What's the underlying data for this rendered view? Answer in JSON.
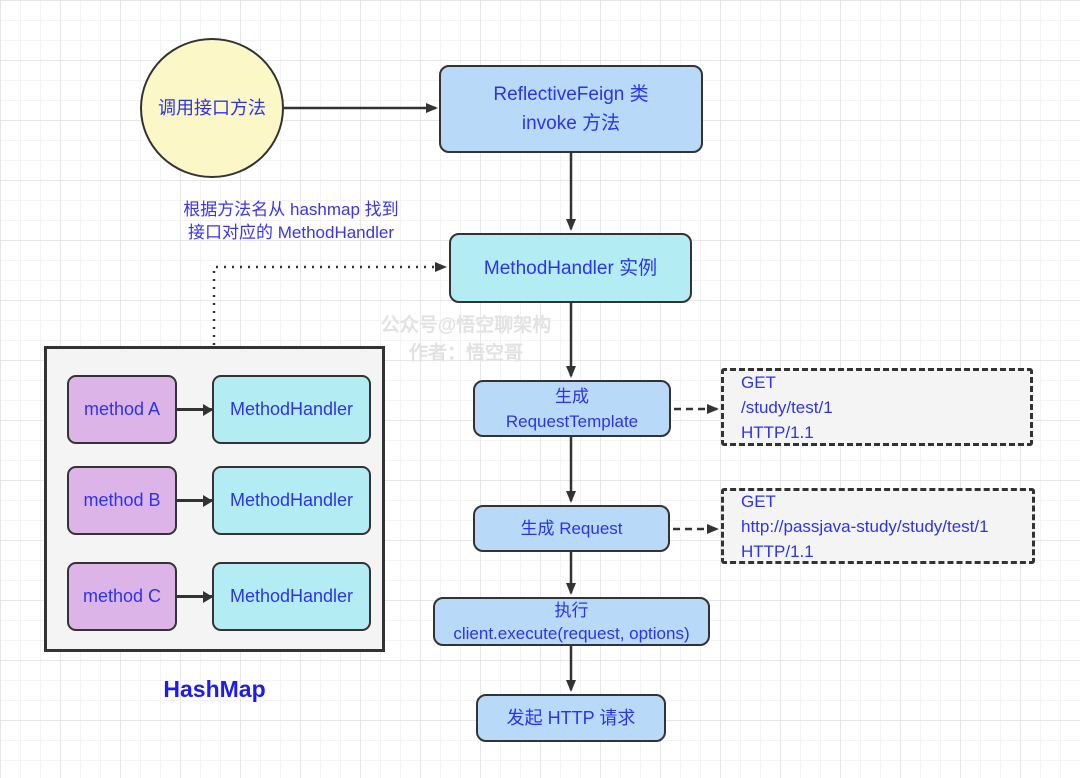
{
  "watermark": {
    "line1": "公众号@悟空聊架构",
    "line2": "作者：悟空哥"
  },
  "colors": {
    "node_blue": "#b9d9f8",
    "node_cyan": "#b4ecf4",
    "node_purple": "#dcb4e8",
    "node_yellow": "#fbf7c6",
    "panel_gray": "#f4f4f5",
    "text_blue": "#2c33ee",
    "annotation_blue": "#3a33ef",
    "hashmap_label_blue": "#1c1cee",
    "stroke_dark": "#333333",
    "watermark_gray": "#e2e2e2"
  },
  "nodes": {
    "start": {
      "label": "调用接口方法"
    },
    "reflective_feign": {
      "line1": "ReflectiveFeign 类",
      "line2": "invoke 方法"
    },
    "method_handler_instance": {
      "label": "MethodHandler 实例"
    },
    "annotation": {
      "line1": "根据方法名从 hashmap 找到",
      "line2": "接口对应的 MethodHandler"
    },
    "gen_request_template": {
      "line1": "生成",
      "line2": "RequestTemplate"
    },
    "gen_request": {
      "label": "生成 Request"
    },
    "execute": {
      "line1": "执行",
      "line2": "client.execute(request, options)"
    },
    "send_http": {
      "label": "发起 HTTP 请求"
    },
    "request_template_detail": {
      "line1": "GET",
      "line2": "/study/test/1",
      "line3": "HTTP/1.1"
    },
    "request_detail": {
      "line1": "GET",
      "line2": "http://passjava-study/study/test/1",
      "line3": "HTTP/1.1"
    }
  },
  "hashmap": {
    "title": "HashMap",
    "rows": [
      {
        "key": "method A",
        "value": "MethodHandler"
      },
      {
        "key": "method B",
        "value": "MethodHandler"
      },
      {
        "key": "method C",
        "value": "MethodHandler"
      }
    ]
  }
}
